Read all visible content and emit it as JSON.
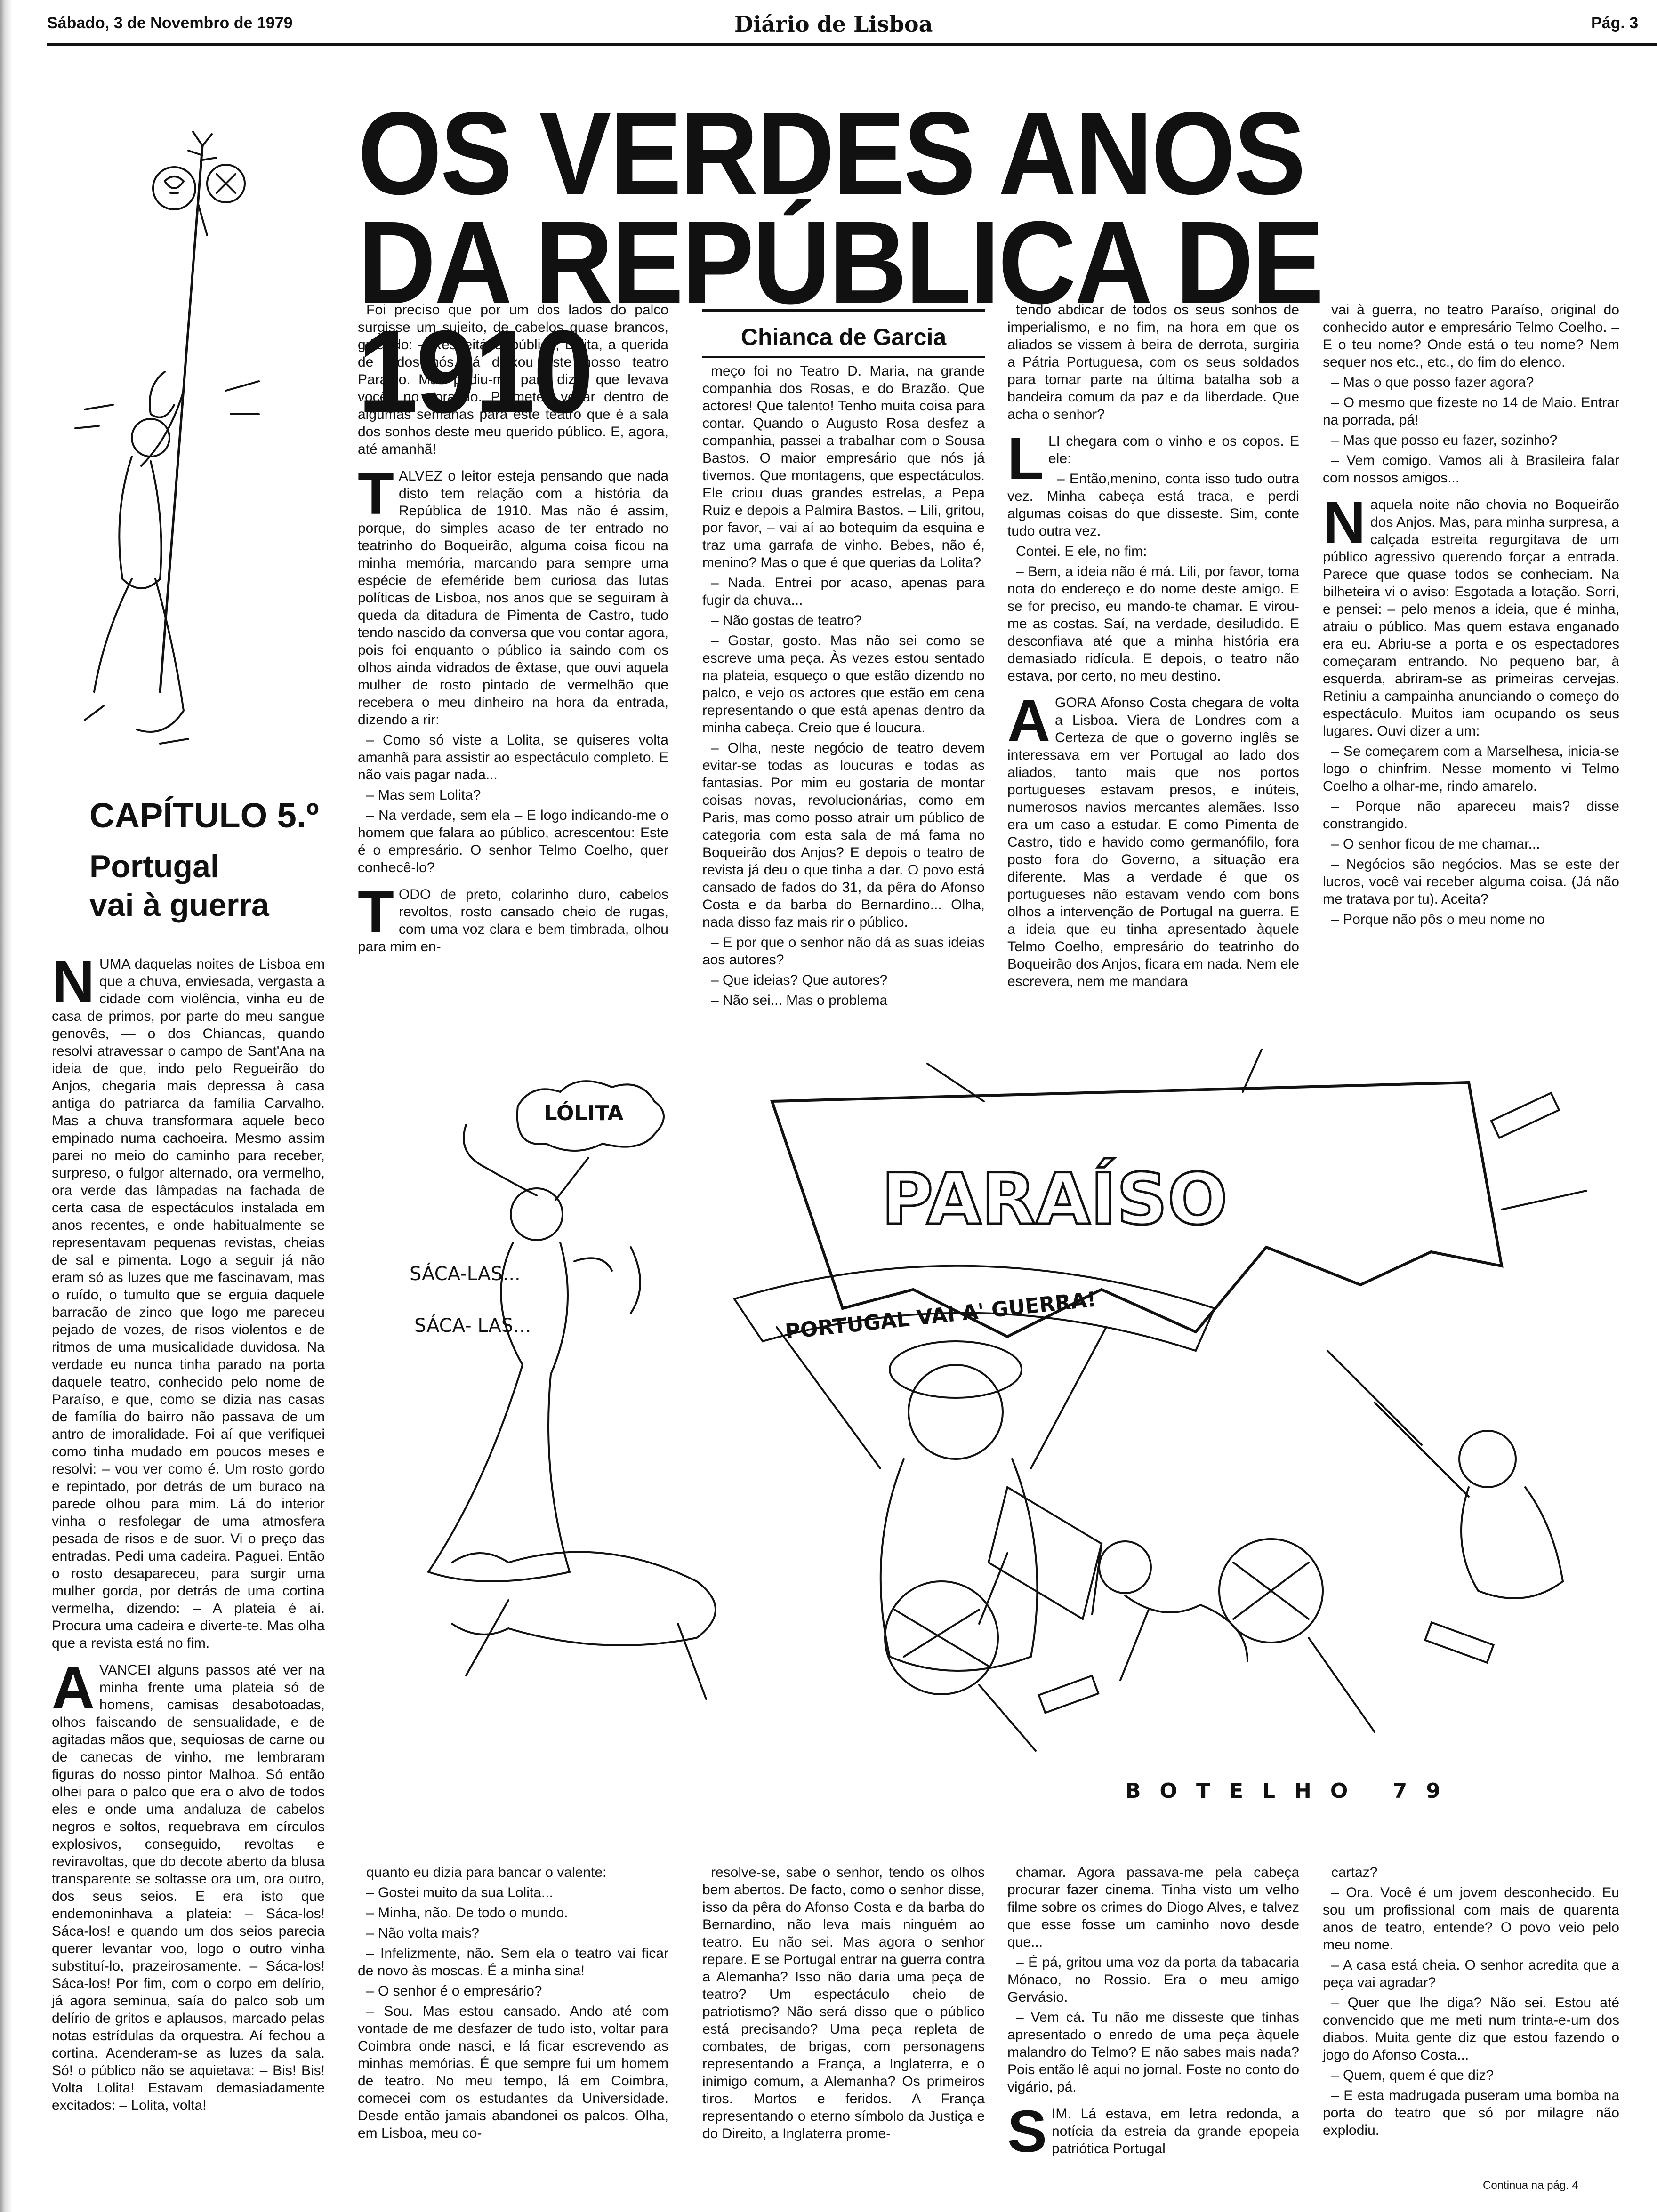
{
  "masthead": {
    "date": "Sábado, 3 de Novembro de 1979",
    "paper": "Diário de Lisboa",
    "page": "Pág. 3"
  },
  "headline": {
    "line1": "OS VERDES ANOS",
    "line2": "DA REPÚBLICA DE 1910"
  },
  "chapter": {
    "label": "CAPÍTULO 5.º",
    "title_line1": "Portugal",
    "title_line2": "vai à guerra"
  },
  "byline": "Chianca de Garcia",
  "illustration": {
    "sign_text": "PARAÍSO",
    "banner_text": "PORTUGAL VAI A' GUERRA!",
    "lolita_text": "LÓLITA",
    "shout1": "SÁCA-LAS...",
    "shout2": "SÁCA- LAS...",
    "signature": "BOTELHO 79"
  },
  "columns": {
    "c1_top": [
      {
        "drop": "N",
        "text": "UMA daquelas noites de Lisboa em que a chuva, enviesada, vergasta a cidade com violência, vinha eu de casa de primos, por parte do meu sangue genovês, — o dos Chiancas, quando resolvi atravessar o campo de Sant'Ana na ideia de que, indo pelo Regueirão do Anjos, chegaria mais depressa à casa antiga do patriarca da família Carvalho. Mas a chuva transformara aquele beco empinado numa cachoeira. Mesmo assim parei no meio do caminho para receber, surpreso, o fulgor alternado, ora vermelho, ora verde das lâmpadas na fachada de certa casa de espectáculos instalada em anos recentes, e onde habitualmente se representavam pequenas revistas, cheias de sal e pimenta. Logo a seguir já não eram só as luzes que me fascinavam, mas o ruído, o tumulto que se erguia daquele barracão de zinco que logo me pareceu pejado de vozes, de risos violentos e de ritmos de uma musicalidade duvidosa. Na verdade eu nunca tinha parado na porta daquele teatro, conhecido pelo nome de Paraíso, e que, como se dizia nas casas de família do bairro não passava de um antro de imoralidade. Foi aí que verifiquei como tinha mudado em poucos meses e resolvi: – vou ver como é. Um rosto gordo e repintado, por detrás de um buraco na parede olhou para mim. Lá do interior vinha o resfolegar de uma atmosfera pesada de risos e de suor. Vi o preço das entradas. Pedi uma cadeira. Paguei. Então o rosto desapareceu, para surgir uma mulher gorda, por detrás de uma cortina vermelha, dizendo: – A plateia é aí. Procura uma cadeira e diverte-te. Mas olha que a revista está no fim."
      },
      {
        "drop": "A",
        "text": "VANCEI alguns passos até ver na minha frente uma plateia só de homens, camisas desabotoadas, olhos faiscando de sensualidade, e de agitadas mãos que, sequiosas de carne ou de canecas de vinho, me lembraram figuras do nosso pintor Malhoa. Só então olhei para o palco que era o alvo de todos eles e onde uma andaluza de cabelos negros e soltos, requebrava em círculos explosivos, conseguido, revoltas e reviravoltas, que do decote aberto da blusa transparente se soltasse ora um, ora outro, dos seus seios. E era isto que endemoninhava a plateia: – Sáca-los! Sáca-los! e quando um dos seios parecia querer levantar voo, logo o outro vinha substituí-lo, prazeirosamente. – Sáca-los! Sáca-los! Por fim, com o corpo em delírio, já agora seminua, saía do palco sob um delírio de gritos e aplausos, marcado pelas notas estrídulas da orquestra. Aí fechou a cortina. Acenderam-se as luzes da sala. Só! o público não se aquietava: – Bis! Bis! Volta Lolita! Estavam demasiadamente excitados: – Lolita, volta!"
      }
    ],
    "c2_top": [
      {
        "drop": "",
        "text": "Foi preciso que por um dos lados do palco surgisse um sujeito, de cabelos quase brancos, gritando: – Respeitável público, Lolita, a querida de todos nós, já deixou este nosso teatro Paraíso. Mas pediu-me para dizer que levava vocês no coração. Prometeu voltar dentro de algumas semanas para este teatro que é a sala dos sonhos deste meu querido público. E, agora, até amanhã!"
      },
      {
        "drop": "T",
        "text": "ALVEZ o leitor esteja pensando que nada disto tem relação com a história da República de 1910. Mas não é assim, porque, do simples acaso de ter entrado no teatrinho do Boqueirão, alguma coisa ficou na minha memória, marcando para sempre uma espécie de efeméride bem curiosa das lutas políticas de Lisboa, nos anos que se seguiram à queda da ditadura de Pimenta de Castro, tudo tendo nascido da conversa que vou contar agora, pois foi enquanto o público ia saindo com os olhos ainda vidrados de êxtase, que ouvi aquela mulher de rosto pintado de vermelhão que recebera o meu dinheiro na hora da entrada, dizendo a rir:"
      },
      {
        "drop": "",
        "text": "– Como só viste a Lolita, se quiseres volta amanhã para assistir ao espectáculo completo. E não vais pagar nada..."
      },
      {
        "drop": "",
        "text": "– Mas sem Lolita?"
      },
      {
        "drop": "",
        "text": "– Na verdade, sem ela – E logo indicando-me o homem que falara ao público, acrescentou: Este é o empresário. O senhor Telmo Coelho, quer conhecê-lo?"
      },
      {
        "drop": "T",
        "text": "ODO de preto, colarinho duro, cabelos revoltos, rosto cansado cheio de rugas, com uma voz clara e bem timbrada, olhou para mim en-"
      }
    ],
    "c3_top": [
      {
        "drop": "",
        "text": "meço foi no Teatro D. Maria, na grande companhia dos Rosas, e do Brazão. Que actores! Que talento! Tenho muita coisa para contar. Quando o Augusto Rosa desfez a companhia, passei a trabalhar com o Sousa Bastos. O maior empresário que nós já tivemos. Que montagens, que espectáculos. Ele criou duas grandes estrelas, a Pepa Ruiz e depois a Palmira Bastos. – Lili, gritou, por favor, – vai aí ao botequim da esquina e traz uma garrafa de vinho. Bebes, não é, menino? Mas o que é que querias da Lolita?"
      },
      {
        "drop": "",
        "text": "– Nada. Entrei por acaso, apenas para fugir da chuva..."
      },
      {
        "drop": "",
        "text": "– Não gostas de teatro?"
      },
      {
        "drop": "",
        "text": "– Gostar, gosto. Mas não sei como se escreve uma peça. Às vezes estou sentado na plateia, esqueço o que estão dizendo no palco, e vejo os actores que estão em cena representando o que está apenas dentro da minha cabeça. Creio que é loucura."
      },
      {
        "drop": "",
        "text": "– Olha, neste negócio de teatro devem evitar-se todas as loucuras e todas as fantasias. Por mim eu gostaria de montar coisas novas, revolucionárias, como em Paris, mas como posso atrair um público de categoria com esta sala de má fama no Boqueirão dos Anjos? E depois o teatro de revista já deu o que tinha a dar. O povo está cansado de fados do 31, da pêra do Afonso Costa e da barba do Bernardino... Olha, nada disso faz mais rir o público."
      },
      {
        "drop": "",
        "text": "– E por que o senhor não dá as suas ideias aos autores?"
      },
      {
        "drop": "",
        "text": "– Que ideias? Que autores?"
      },
      {
        "drop": "",
        "text": "– Não sei... Mas o problema"
      }
    ],
    "c4_top": [
      {
        "drop": "",
        "text": "tendo abdicar de todos os seus sonhos de imperialismo, e no fim, na hora em que os aliados se vissem à beira de derrota, surgiria a Pátria Portuguesa, com os seus soldados para tomar parte na última batalha sob a bandeira comum da paz e da liberdade. Que acha o senhor?"
      },
      {
        "drop": "L",
        "text": "LI chegara com o vinho e os copos. E ele:"
      },
      {
        "drop": "",
        "text": "– Então,menino, conta isso tudo outra vez. Minha cabeça está traca, e perdi algumas coisas do que disseste. Sim, conte tudo outra vez."
      },
      {
        "drop": "",
        "text": "Contei. E ele, no fim:"
      },
      {
        "drop": "",
        "text": "– Bem, a ideia não é má. Lili, por favor, toma nota do endereço e do nome deste amigo. E se for preciso, eu mando-te chamar. E virou-me as costas. Saí, na verdade, desiludido. E desconfiava até que a minha história era demasiado ridícula. E depois, o teatro não estava, por certo, no meu destino."
      },
      {
        "drop": "A",
        "text": "GORA Afonso Costa chegara de volta a Lisboa. Viera de Londres com a Certeza de que o governo inglês se interessava em ver Portugal ao lado dos aliados, tanto mais que nos portos portugueses estavam presos, e inúteis, numerosos navios mercantes alemães. Isso era um caso a estudar. E como Pimenta de Castro, tido e havido como germanófilo, fora posto fora do Governo, a situação era diferente. Mas a verdade é que os portugueses não estavam vendo com bons olhos a intervenção de Portugal na guerra. E a ideia que eu tinha apresentado àquele Telmo Coelho, empresário do teatrinho do Boqueirão dos Anjos, ficara em nada. Nem ele escrevera, nem me mandara"
      }
    ],
    "c5_top": [
      {
        "drop": "",
        "text": "vai à guerra, no teatro Paraíso, original do conhecido autor e empresário Telmo Coelho. – E o teu nome? Onde está o teu nome? Nem sequer nos etc., etc., do fim do elenco."
      },
      {
        "drop": "",
        "text": "– Mas o que posso fazer agora?"
      },
      {
        "drop": "",
        "text": "– O mesmo que fizeste no 14 de Maio. Entrar na porrada, pá!"
      },
      {
        "drop": "",
        "text": "– Mas que posso eu fazer, sozinho?"
      },
      {
        "drop": "",
        "text": "– Vem comigo. Vamos ali à Brasileira falar com nossos amigos..."
      },
      {
        "drop": "N",
        "text": "aquela noite não chovia no Boqueirão dos Anjos. Mas, para minha surpresa, a calçada estreita regurgitava de um público agressivo querendo forçar a entrada. Parece que quase todos se conheciam. Na bilheteira vi o aviso: Esgotada a lotação. Sorri, e pensei: – pelo menos a ideia, que é minha, atraiu o público. Mas quem estava enganado era eu. Abriu-se a porta e os espectadores começaram entrando. No pequeno bar, à esquerda, abriram-se as primeiras cervejas. Retiniu a campainha anunciando o começo do espectáculo. Muitos iam ocupando os seus lugares. Ouvi dizer a um:"
      },
      {
        "drop": "",
        "text": "– Se começarem com a Marselhesa, inicia-se logo o chinfrim. Nesse momento vi Telmo Coelho a olhar-me, rindo amarelo."
      },
      {
        "drop": "",
        "text": "– Porque não apareceu mais? disse constrangido."
      },
      {
        "drop": "",
        "text": "– O senhor ficou de me chamar..."
      },
      {
        "drop": "",
        "text": "– Negócios são negócios. Mas se este der lucros, você vai receber alguma coisa. (Já não me tratava por tu). Aceita?"
      },
      {
        "drop": "",
        "text": "– Porque não pôs o meu nome no"
      }
    ],
    "c2_bottom": [
      {
        "drop": "",
        "text": "quanto eu dizia para bancar o valente:"
      },
      {
        "drop": "",
        "text": "– Gostei muito da sua Lolita..."
      },
      {
        "drop": "",
        "text": "– Minha, não. De todo o mundo."
      },
      {
        "drop": "",
        "text": "– Não volta mais?"
      },
      {
        "drop": "",
        "text": "– Infelizmente, não. Sem ela o teatro vai ficar de novo às moscas. É a minha sina!"
      },
      {
        "drop": "",
        "text": "– O senhor é o empresário?"
      },
      {
        "drop": "",
        "text": "– Sou. Mas estou cansado. Ando até com vontade de me desfazer de tudo isto, voltar para Coimbra onde nasci, e lá ficar escrevendo as minhas memórias. É que sempre fui um homem de teatro. No meu tempo, lá em Coimbra, comecei com os estudantes da Universidade. Desde então jamais abandonei os palcos. Olha, em Lisboa, meu co-"
      }
    ],
    "c3_bottom": [
      {
        "drop": "",
        "text": "resolve-se, sabe o senhor, tendo os olhos bem abertos. De facto, como o senhor disse, isso da pêra do Afonso Costa e da barba do Bernardino, não leva mais ninguém ao teatro. Eu não sei. Mas agora o senhor repare. E se Portugal entrar na guerra contra a Alemanha? Isso não daria uma peça de teatro? Um espectáculo cheio de patriotismo? Não será disso que o público está precisando? Uma peça repleta de combates, de brigas, com personagens representando a França, a Inglaterra, e o inimigo comum, a Alemanha? Os primeiros tiros. Mortos e feridos. A França representando o eterno símbolo da Justiça e do Direito, a Inglaterra prome-"
      }
    ],
    "c4_bottom": [
      {
        "drop": "",
        "text": "chamar. Agora passava-me pela cabeça procurar fazer cinema. Tinha visto um velho filme sobre os crimes do Diogo Alves, e talvez que esse fosse um caminho novo desde que..."
      },
      {
        "drop": "",
        "text": "– É pá, gritou uma voz da porta da tabacaria Mónaco, no Rossio. Era o meu amigo Gervásio."
      },
      {
        "drop": "",
        "text": "– Vem cá. Tu não me disseste que tinhas apresentado o enredo de uma peça àquele malandro do Telmo? E não sabes mais nada? Pois então lê aqui no jornal. Foste no conto do vigário, pá."
      },
      {
        "drop": "S",
        "text": "IM. Lá estava, em letra redonda, a notícia da estreia da grande epopeia patriótica Portugal"
      }
    ],
    "c5_bottom": [
      {
        "drop": "",
        "text": "cartaz?"
      },
      {
        "drop": "",
        "text": "– Ora. Você é um jovem desconhecido. Eu sou um profissional com mais de quarenta anos de teatro, entende? O povo veio pelo meu nome."
      },
      {
        "drop": "",
        "text": "– A casa está cheia. O senhor acredita que a peça vai agradar?"
      },
      {
        "drop": "",
        "text": "– Quer que lhe diga? Não sei. Estou até convencido que me meti num trinta-e-um dos diabos. Muita gente diz que estou fazendo o jogo do Afonso Costa..."
      },
      {
        "drop": "",
        "text": "– Quem, quem é que diz?"
      },
      {
        "drop": "",
        "text": "– E esta madrugada puseram uma bomba na porta do teatro que só por milagre não explodiu."
      }
    ]
  },
  "continuation": "Continua na pág. 4"
}
